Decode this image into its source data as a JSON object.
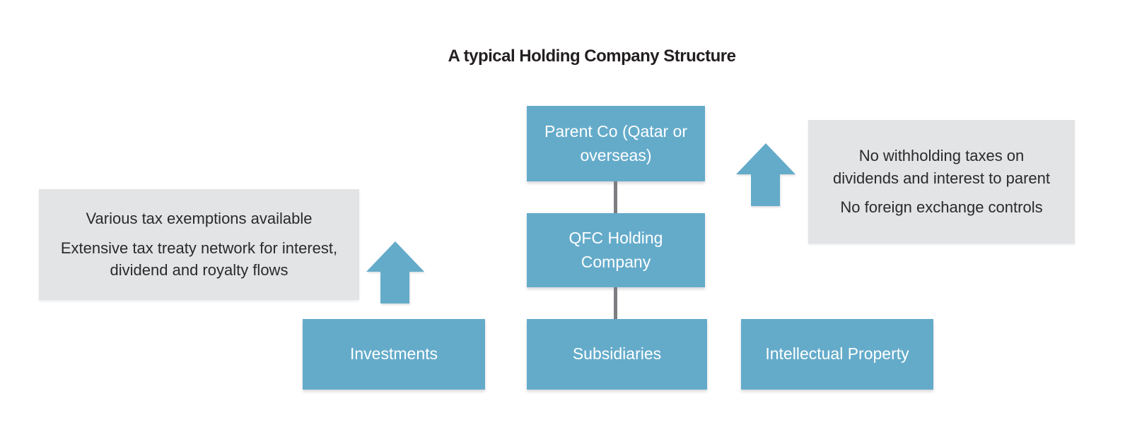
{
  "title": "A typical Holding Company Structure",
  "colors": {
    "box_blue": "#64abca",
    "note_gray": "#e2e4e6",
    "connector_gray": "#7c7e82",
    "box_text": "#ffffff",
    "title_text": "#231f20",
    "note_text": "#2a2a2a"
  },
  "org_chart": {
    "parent": {
      "label": [
        "Parent Co (Qatar or",
        "overseas)"
      ]
    },
    "holding": {
      "label": [
        "QFC Holding",
        "Company"
      ]
    },
    "subsidiaries": {
      "label": "Subsidiaries"
    },
    "investments": {
      "label": "Investments"
    },
    "intellectual_property": {
      "label": "Intellectual Property"
    }
  },
  "notes": {
    "left": {
      "para1": "Various tax exemptions available",
      "para2": [
        "Extensive tax treaty network for interest,",
        "dividend and royalty flows"
      ]
    },
    "right": {
      "para1": [
        "No withholding taxes on",
        "dividends and interest to parent"
      ],
      "para2": "No foreign exchange controls"
    }
  },
  "icons": {
    "left_arrow": "up-arrow",
    "right_arrow": "up-arrow"
  }
}
